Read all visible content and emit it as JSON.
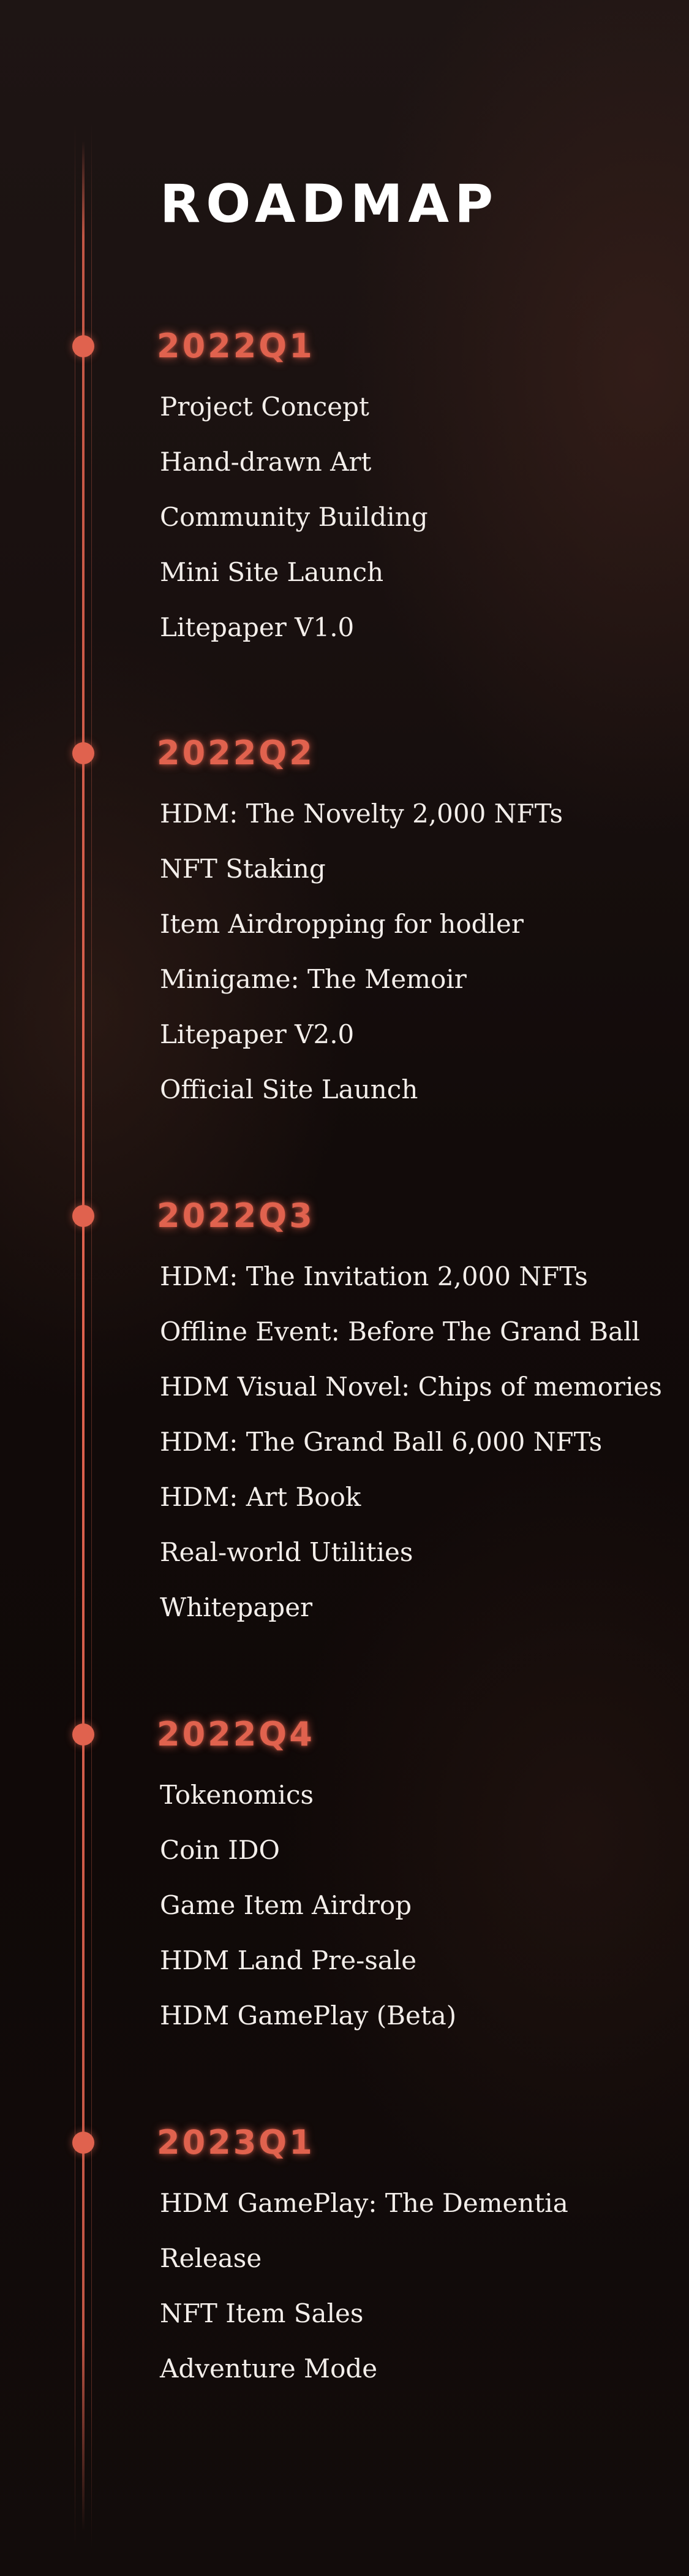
{
  "page": {
    "title": "ROADMAP"
  },
  "colors": {
    "accent": "#e0624e",
    "text": "#f3eeea",
    "title": "#ffffff",
    "background": "#140d0c"
  },
  "phases": [
    {
      "label": "2022Q1",
      "items": [
        "Project Concept",
        "Hand-drawn Art",
        "Community Building",
        "Mini Site Launch",
        "Litepaper V1.0"
      ]
    },
    {
      "label": "2022Q2",
      "items": [
        "HDM: The Novelty 2,000 NFTs",
        "NFT Staking",
        "Item Airdropping for hodler",
        "Minigame: The Memoir",
        "Litepaper V2.0",
        "Official Site Launch"
      ]
    },
    {
      "label": "2022Q3",
      "items": [
        "HDM: The Invitation 2,000 NFTs",
        "Offline Event: Before The Grand Ball",
        "HDM Visual Novel: Chips of memories",
        "HDM: The Grand Ball 6,000 NFTs",
        "HDM: Art Book",
        "Real-world Utilities",
        "Whitepaper"
      ]
    },
    {
      "label": "2022Q4",
      "items": [
        "Tokenomics",
        "Coin IDO",
        "Game Item Airdrop",
        "HDM Land Pre-sale",
        "HDM GamePlay (Beta)"
      ]
    },
    {
      "label": "2023Q1",
      "items": [
        "HDM GamePlay: The Dementia",
        "Release",
        "NFT Item Sales",
        "Adventure Mode"
      ]
    }
  ]
}
